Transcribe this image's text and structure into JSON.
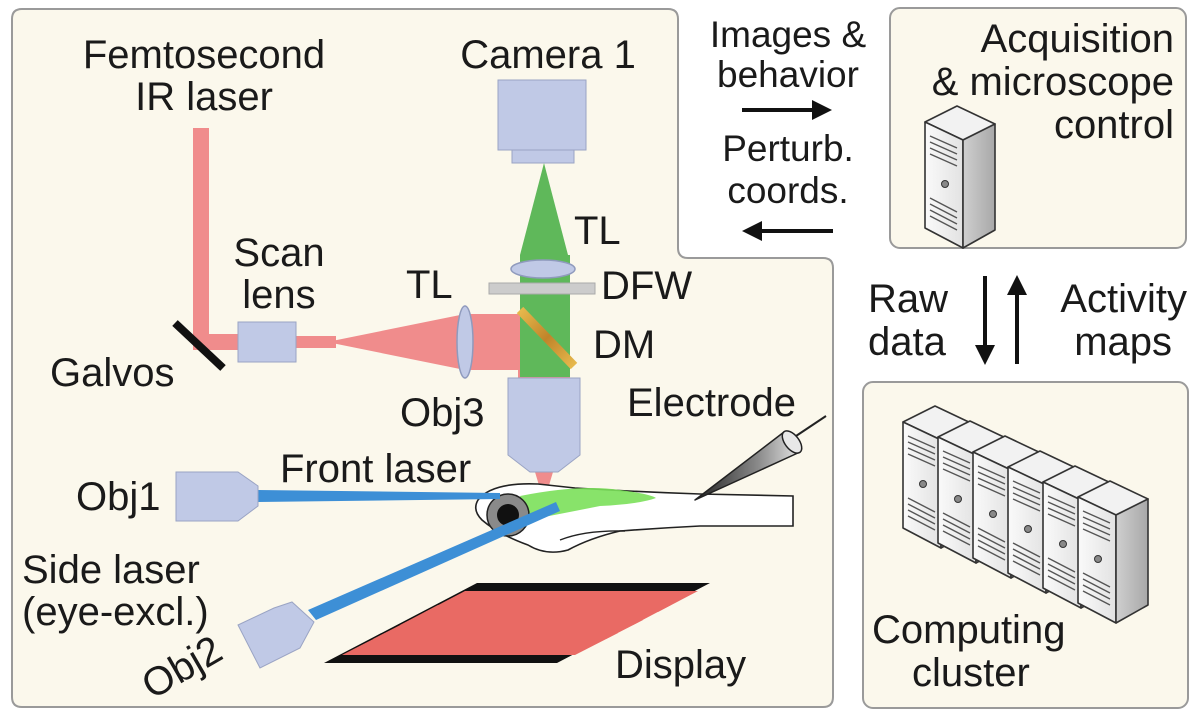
{
  "labels": {
    "laser_line1": "Femtosecond",
    "laser_line2": "IR laser",
    "camera": "Camera 1",
    "scan_line1": "Scan",
    "scan_line2": "lens",
    "tl_left": "TL",
    "tl_top": "TL",
    "dfw": "DFW",
    "dm": "DM",
    "galvos": "Galvos",
    "obj3": "Obj3",
    "electrode": "Electrode",
    "front_laser": "Front laser",
    "obj1": "Obj1",
    "side_line1": "Side laser",
    "side_line2": "(eye-excl.)",
    "obj2": "Obj2",
    "display": "Display"
  },
  "flow": {
    "images_line1": "Images &",
    "images_line2": "behavior",
    "perturb_line1": "Perturb.",
    "perturb_line2": "coords.",
    "raw_line1": "Raw",
    "raw_line2": "data",
    "activity_line1": "Activity",
    "activity_line2": "maps"
  },
  "acquisition": {
    "line1": "Acquisition",
    "line2": "& microscope",
    "line3": "control"
  },
  "cluster": {
    "line1": "Computing",
    "line2": "cluster"
  },
  "colors": {
    "panel_bg": "#fbf8ec",
    "ir_beam": "#f08c8c",
    "fluor_beam": "#5fb85a",
    "optics": "#c0c9e6",
    "blue_laser": "#3d8fd6",
    "stripe_red": "#e96a64",
    "larva_green": "#7be05a"
  }
}
